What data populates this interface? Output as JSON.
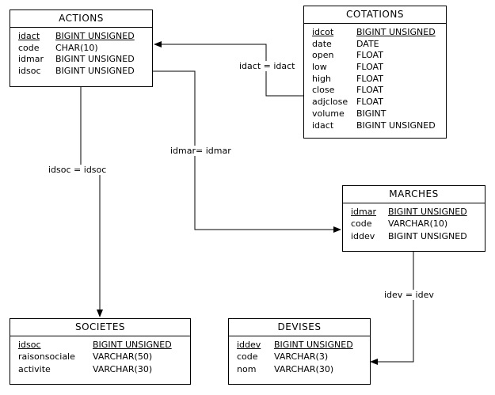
{
  "entities": {
    "actions": {
      "title": "ACTIONS",
      "fields": [
        {
          "name": "idact",
          "type": "BIGINT UNSIGNED",
          "pk": true
        },
        {
          "name": "code",
          "type": "CHAR(10)",
          "pk": false
        },
        {
          "name": "idmar",
          "type": "BIGINT UNSIGNED",
          "pk": false
        },
        {
          "name": "idsoc",
          "type": "BIGINT UNSIGNED",
          "pk": false
        }
      ]
    },
    "cotations": {
      "title": "COTATIONS",
      "fields": [
        {
          "name": "idcot",
          "type": "BIGINT UNSIGNED",
          "pk": true
        },
        {
          "name": "date",
          "type": "DATE",
          "pk": false
        },
        {
          "name": "open",
          "type": "FLOAT",
          "pk": false
        },
        {
          "name": "low",
          "type": "FLOAT",
          "pk": false
        },
        {
          "name": "high",
          "type": "FLOAT",
          "pk": false
        },
        {
          "name": "close",
          "type": "FLOAT",
          "pk": false
        },
        {
          "name": "adjclose",
          "type": "FLOAT",
          "pk": false
        },
        {
          "name": "volume",
          "type": "BIGINT",
          "pk": false
        },
        {
          "name": "idact",
          "type": "BIGINT UNSIGNED",
          "pk": false
        }
      ]
    },
    "marches": {
      "title": "MARCHES",
      "fields": [
        {
          "name": "idmar",
          "type": "BIGINT UNSIGNED",
          "pk": true
        },
        {
          "name": "code",
          "type": "VARCHAR(10)",
          "pk": false
        },
        {
          "name": "iddev",
          "type": "BIGINT UNSIGNED",
          "pk": false
        }
      ]
    },
    "societes": {
      "title": "SOCIETES",
      "fields": [
        {
          "name": "idsoc",
          "type": "BIGINT UNSIGNED",
          "pk": true
        },
        {
          "name": "raisonsociale",
          "type": "VARCHAR(50)",
          "pk": false
        },
        {
          "name": "activite",
          "type": "VARCHAR(30)",
          "pk": false
        }
      ]
    },
    "devises": {
      "title": "DEVISES",
      "fields": [
        {
          "name": "iddev",
          "type": "BIGINT UNSIGNED",
          "pk": true
        },
        {
          "name": "code",
          "type": "VARCHAR(3)",
          "pk": false
        },
        {
          "name": "nom",
          "type": "VARCHAR(30)",
          "pk": false
        }
      ]
    }
  },
  "relations": {
    "cotations_actions": "idact = idact",
    "actions_marches": "idmar= idmar",
    "actions_societes": "idsoc = idsoc",
    "marches_devises": "idev = idev"
  }
}
